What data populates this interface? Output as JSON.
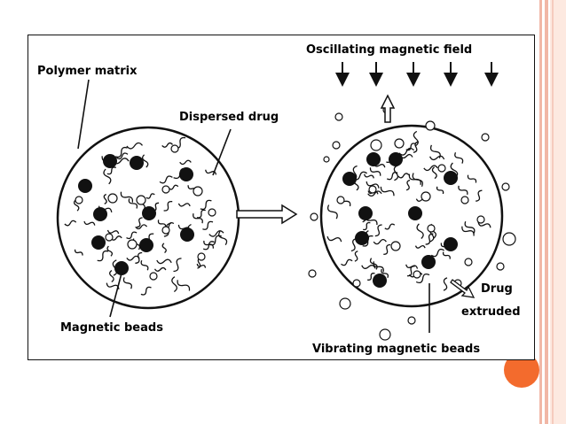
{
  "slide": {
    "accent_color": "#f36b2d",
    "stripe_color": "#f1b7a6"
  },
  "diagram": {
    "labels": {
      "polymer_matrix": "Polymer matrix",
      "dispersed_drug": "Dispersed drug",
      "magnetic_beads": "Magnetic beads",
      "oscillating_field": "Oscillating magnetic field",
      "drug": "Drug",
      "extruded": "extruded",
      "vibrating_beads": "Vibrating magnetic beads"
    }
  }
}
